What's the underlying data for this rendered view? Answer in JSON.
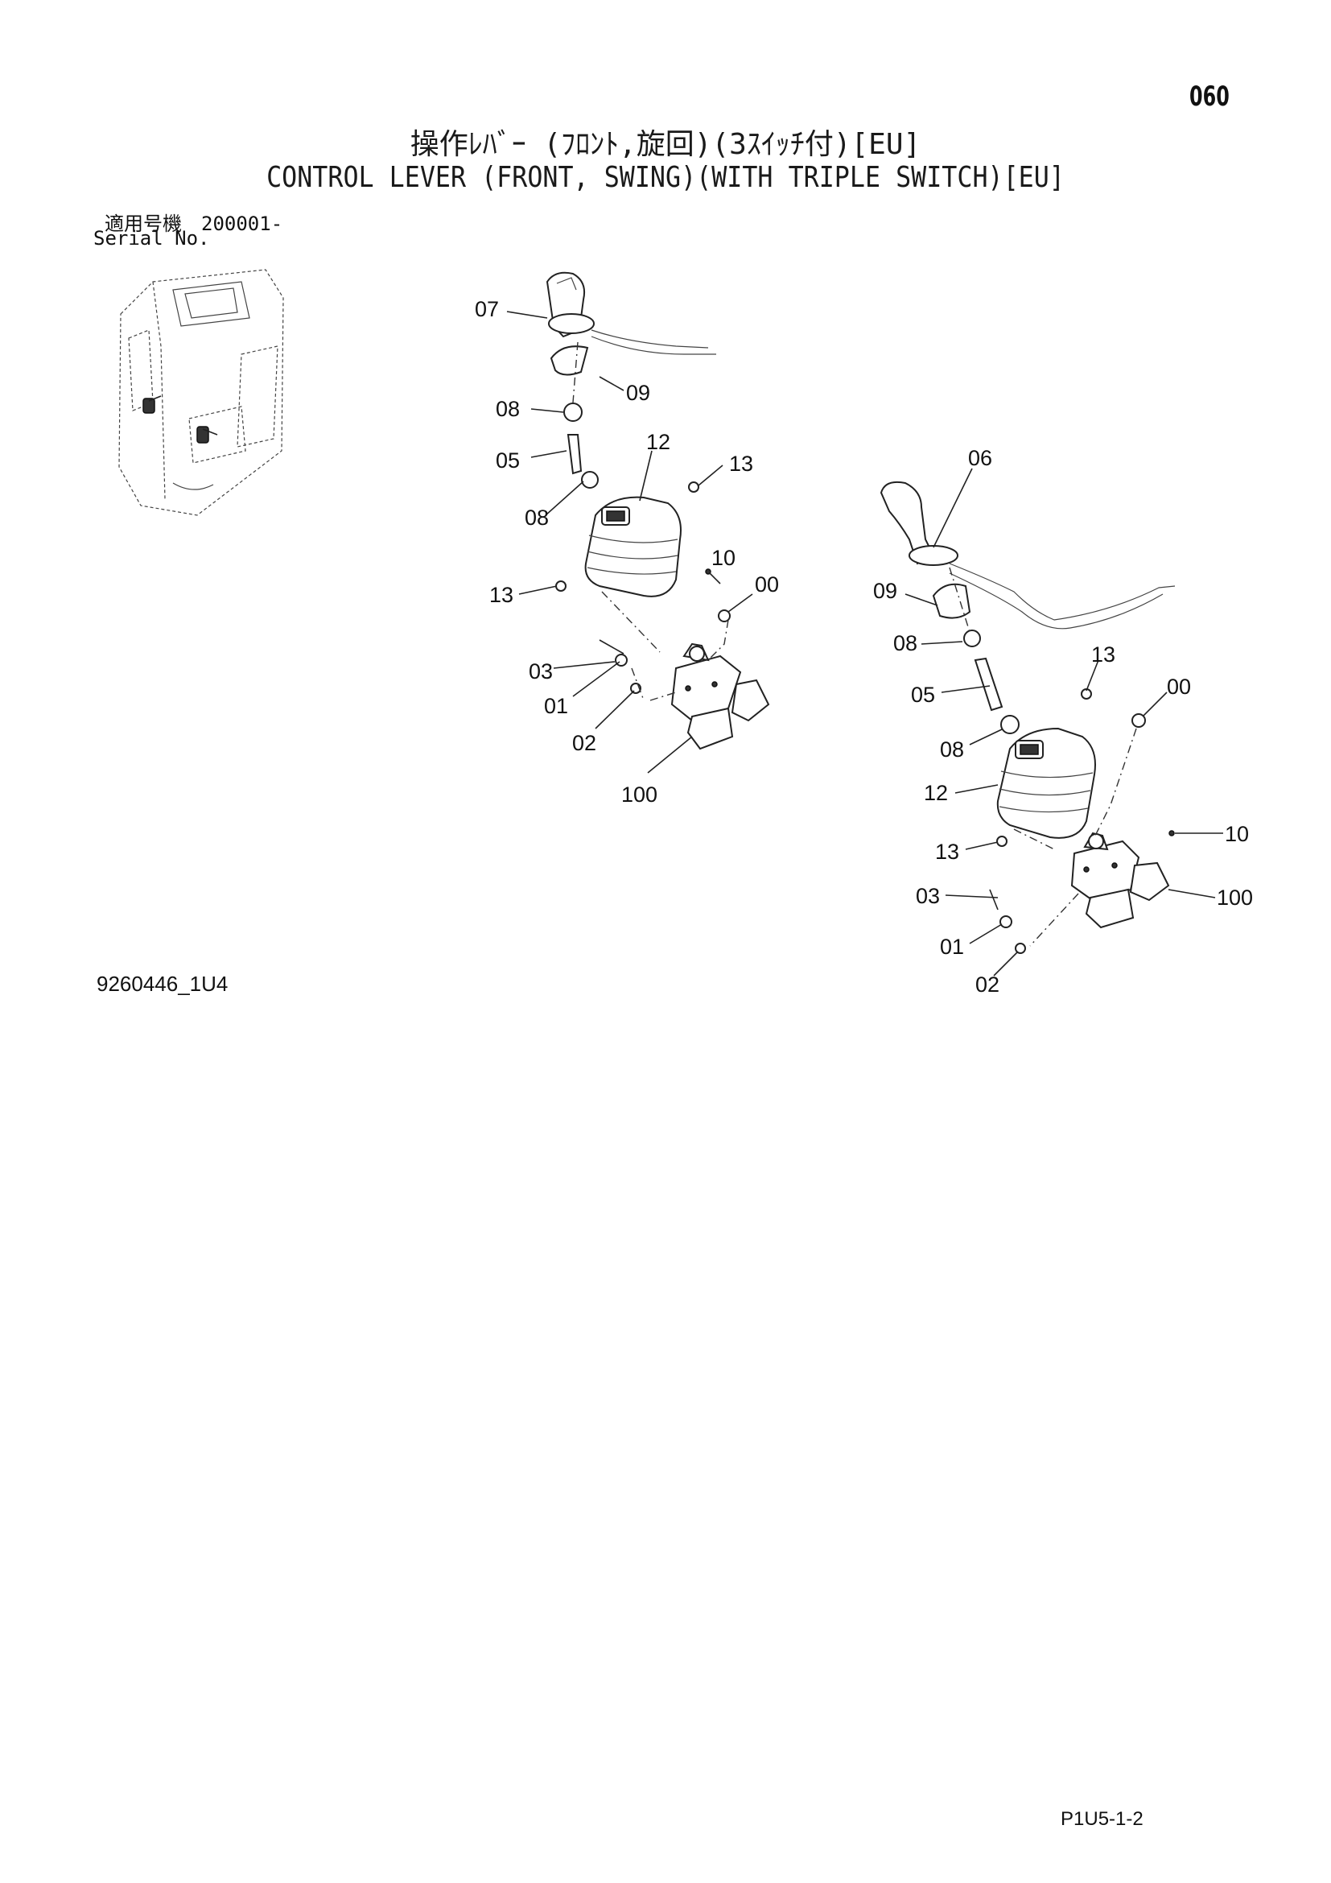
{
  "header": {
    "page_number": "060",
    "title_jp": "操作ﾚﾊﾞｰ (ﾌﾛﾝﾄ,旋回)(3ｽｲｯﾁ付)[EU]",
    "title_en": "CONTROL LEVER (FRONT, SWING)(WITH TRIPLE SWITCH)[EU]",
    "serial_label_jp": "適用号機　200001-",
    "serial_label_en": "Serial No."
  },
  "callouts_left": {
    "c07": "07",
    "c09": "09",
    "c08a": "08",
    "c05": "05",
    "c12": "12",
    "c13a": "13",
    "c08b": "08",
    "c13b": "13",
    "c10": "10",
    "c00": "00",
    "c03": "03",
    "c01": "01",
    "c02": "02",
    "c100": "100"
  },
  "callouts_right": {
    "c06": "06",
    "c09": "09",
    "c08a": "08",
    "c13a": "13",
    "c05": "05",
    "c00": "00",
    "c08b": "08",
    "c12": "12",
    "c13b": "13",
    "c10": "10",
    "c03": "03",
    "c100": "100",
    "c01": "01",
    "c02": "02"
  },
  "footer": {
    "drawing_number": "9260446_1U4",
    "reference_code": "P1U5-1-2"
  }
}
